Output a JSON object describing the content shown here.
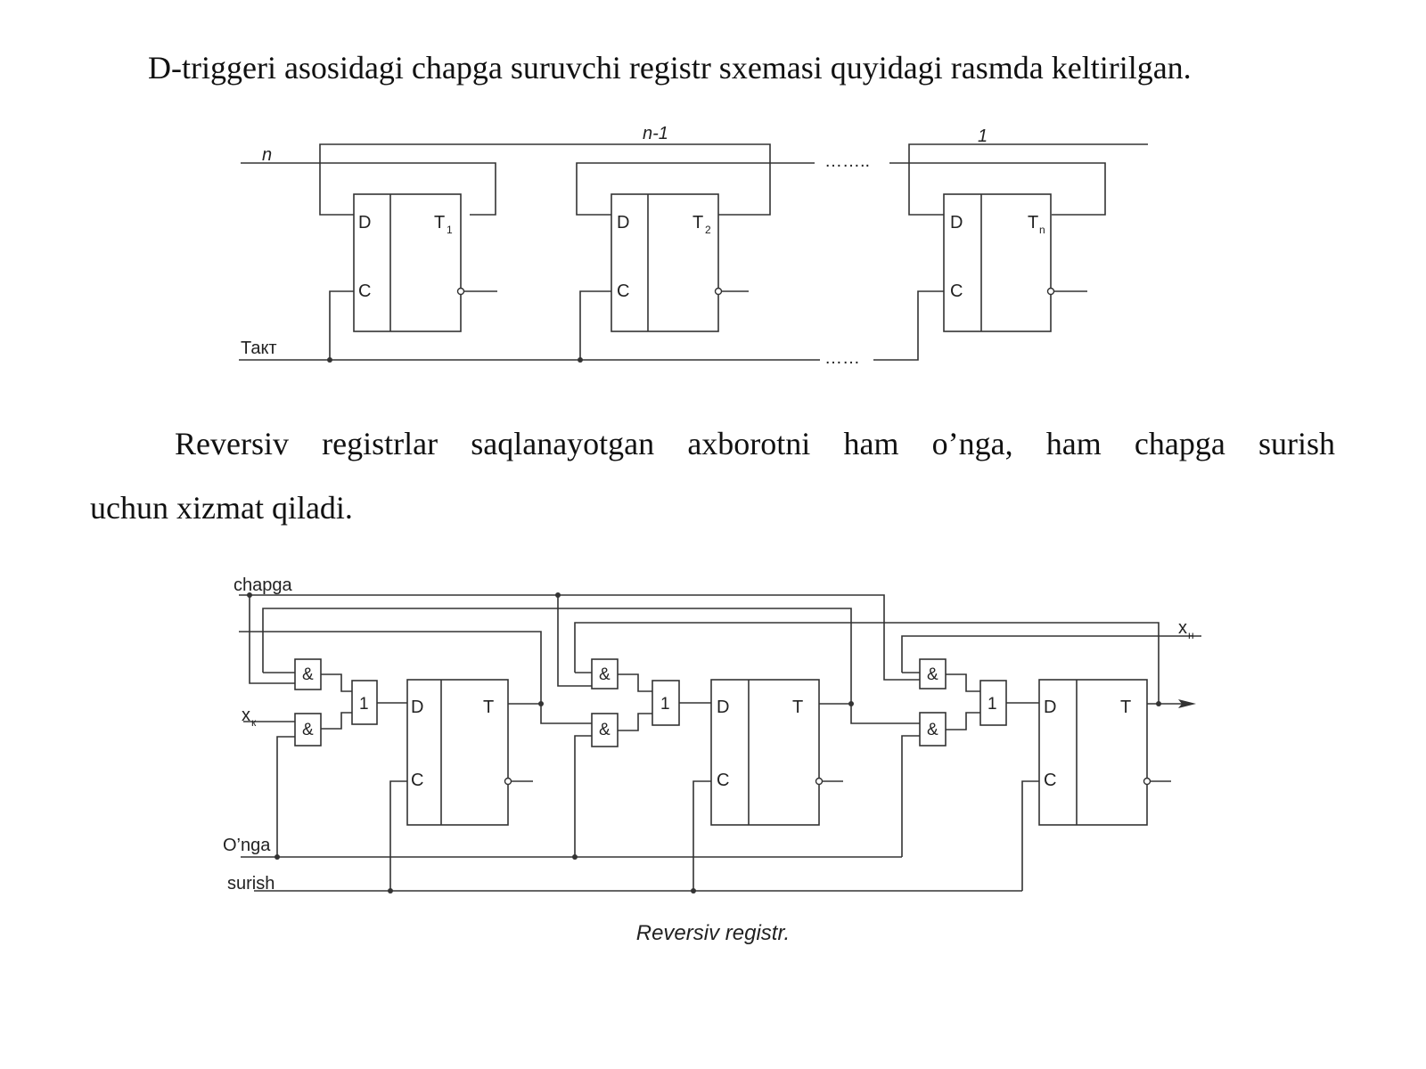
{
  "paragraph1": "D-triggeri asosidagi chapga suruvchi registr sxemasi quyidagi rasmda keltirilgan.",
  "paragraph2_line1": "Reversiv registrlar saqlanayotgan axborotni ham o’nga, ham chapga surish",
  "paragraph2_line2": "uchun xizmat qiladi.",
  "diagram1": {
    "input_n": "n",
    "label_n1": "n-1",
    "label_1": "1",
    "clock_label": "Такт",
    "ellipsis_top": "……..",
    "ellipsis_bottom": "……",
    "pin_d": "D",
    "pin_c": "C",
    "trigger_letter": "T",
    "subscripts": [
      "1",
      "2",
      "n"
    ]
  },
  "diagram2": {
    "left_label": "chapga",
    "xk_label": "x",
    "xk_sub": "к",
    "xn_label": "x",
    "xn_sub": "н",
    "right_label": "O’nga",
    "shift_label": "surish",
    "and_symbol": "&",
    "or_symbol": "1",
    "pin_d": "D",
    "pin_c": "C",
    "trigger_letter": "T",
    "caption": "Reversiv registr."
  }
}
